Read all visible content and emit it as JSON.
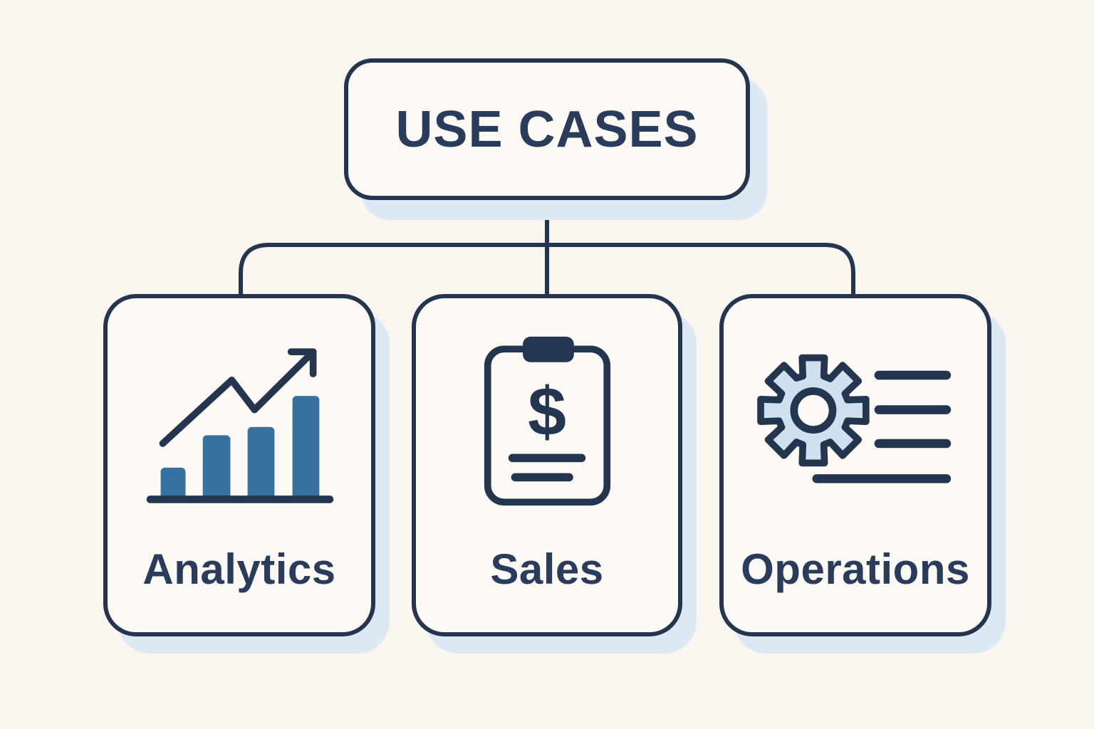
{
  "diagram": {
    "title": "USE CASES",
    "nodes": [
      {
        "id": "analytics",
        "label": "Analytics",
        "icon": "bar-chart-trend-icon"
      },
      {
        "id": "sales",
        "label": "Sales",
        "icon": "clipboard-dollar-icon"
      },
      {
        "id": "operations",
        "label": "Operations",
        "icon": "gear-list-icon"
      }
    ],
    "dollar_glyph": "$",
    "colors": {
      "background": "#faf5ef",
      "card_fill": "#fdf9f4",
      "outline_navy": "#24364f",
      "text_navy": "#2a3c5b",
      "bar_blue": "#38719f",
      "gear_fill": "#cfe1ef",
      "shadow_blue": "#dce8f3"
    }
  }
}
